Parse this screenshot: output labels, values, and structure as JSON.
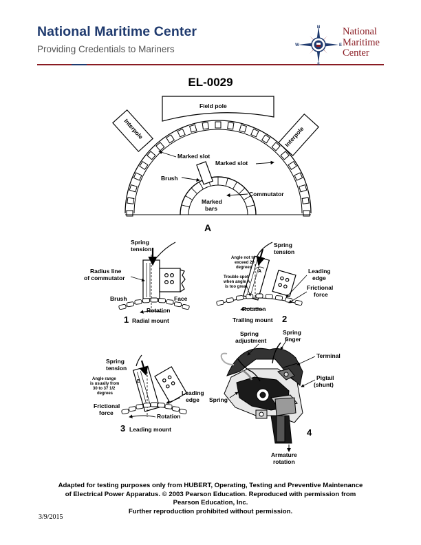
{
  "header": {
    "title": "National Maritime Center",
    "subtitle": "Providing Credentials to Mariners",
    "logo_lines": [
      "National",
      "Maritime",
      "Center"
    ],
    "compass_letters": {
      "n": "N",
      "e": "E",
      "s": "S",
      "w": "W"
    }
  },
  "question_code": "EL-0029",
  "figure_a": {
    "field_pole": "Field pole",
    "interpole_left": "Interpole",
    "interpole_right": "Interpole",
    "marked_slot_left": "Marked slot",
    "marked_slot_right": "Marked slot",
    "brush": "Brush",
    "commutator": "Commutator",
    "marked_bars_1": "Marked",
    "marked_bars_2": "bars",
    "label": "A"
  },
  "figure_1": {
    "spring_tension_1": "Spring",
    "spring_tension_2": "tension",
    "radius_line_1": "Radius line",
    "radius_line_2": "of commutator",
    "brush": "Brush",
    "face": "Face",
    "rotation": "Rotation",
    "number": "1",
    "caption": "Radial mount"
  },
  "figure_2": {
    "spring_tension_1": "Spring",
    "spring_tension_2": "tension",
    "angle_note_1": "Angle not to",
    "angle_note_2": "exceed 20",
    "angle_note_3": "degrees",
    "angle_letter": "A",
    "trouble_1": "Trouble spot",
    "trouble_2": "when angle A",
    "trouble_3": "is too great",
    "leading_edge_1": "Leading",
    "leading_edge_2": "edge",
    "frictional_1": "Frictional",
    "frictional_2": "force",
    "rotation": "Rotation",
    "caption": "Trailing mount",
    "number": "2"
  },
  "figure_3": {
    "spring_tension_1": "Spring",
    "spring_tension_2": "tension",
    "angle_range_1": "Angle range",
    "angle_range_2": "is usually from",
    "angle_range_3": "30 to 37 1/2",
    "angle_range_4": "degrees",
    "angle_letter": "B",
    "leading_edge_1": "Leading",
    "leading_edge_2": "edge",
    "frictional_1": "Frictional",
    "frictional_2": "force",
    "rotation": "Rotation",
    "number": "3",
    "caption": "Leading mount"
  },
  "figure_4": {
    "spring_adjustment_1": "Spring",
    "spring_adjustment_2": "adjustment",
    "spring_finger_1": "Spring",
    "spring_finger_2": "finger",
    "terminal": "Terminal",
    "pigtail_1": "Pigtail",
    "pigtail_2": "(shunt)",
    "spring": "Spring",
    "number": "4",
    "armature_1": "Armature",
    "armature_2": "rotation"
  },
  "footer": {
    "line1": "Adapted for testing purposes only from HUBERT, Operating, Testing and Preventive Maintenance",
    "line2": "of Electrical Power Apparatus. © 2003 Pearson Education. Reproduced with permission from",
    "line3": "Pearson Education, Inc.",
    "line4": "Further reproduction prohibited without permission."
  },
  "date": "3/9/2015",
  "colors": {
    "navy": "#1f3a6e",
    "maroon": "#8a1c23"
  }
}
